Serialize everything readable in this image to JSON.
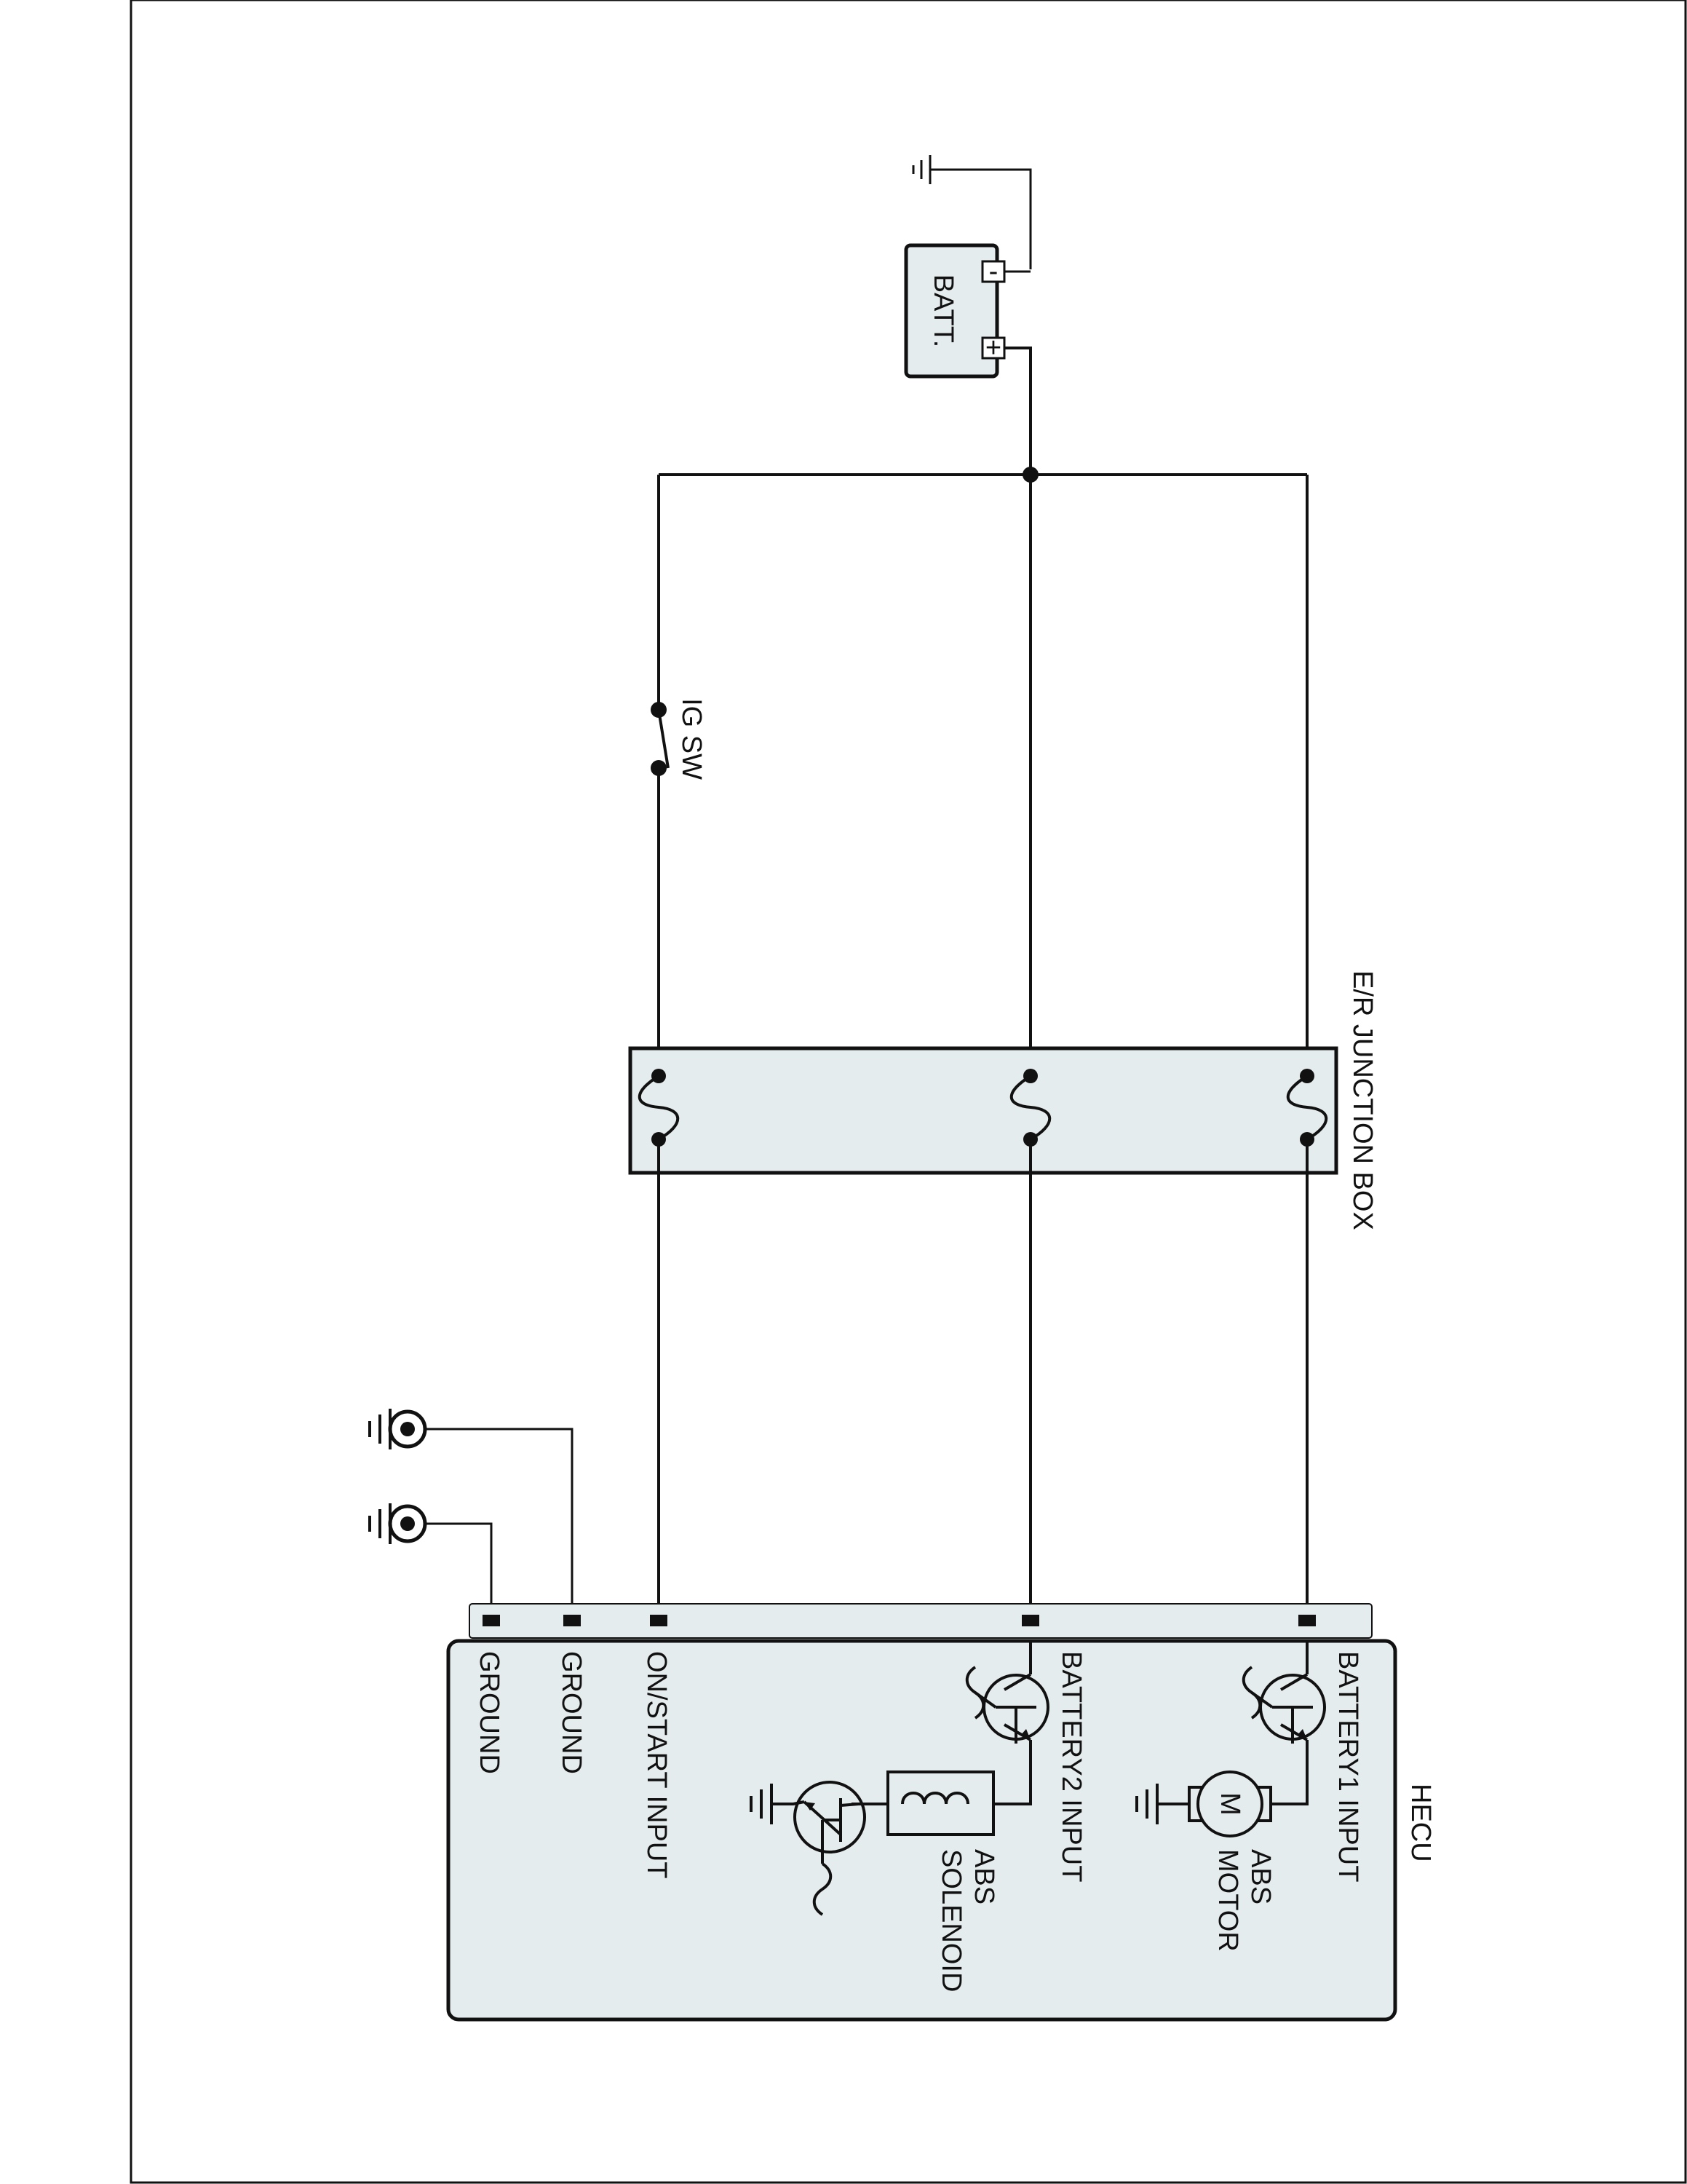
{
  "components": {
    "battery": "BATT.",
    "battery_minus": "-",
    "battery_plus": "+",
    "ignition_switch": "IG SW",
    "junction_box": "E/R JUNCTION BOX",
    "control_unit": "HECU",
    "abs_motor_symbol": "M"
  },
  "hecu_pins": {
    "battery1_input": "BATTERY1 INPUT",
    "battery2_input": "BATTERY2 INPUT",
    "on_start_input": "ON/START INPUT",
    "ground_1": "GROUND",
    "ground_2": "GROUND"
  },
  "hecu_internal": {
    "abs_motor_line1": "ABS",
    "abs_motor_line2": "MOTOR",
    "abs_solenoid_line1": "ABS",
    "abs_solenoid_line2": "SOLENOID"
  },
  "colors": {
    "component_fill": "#e5ecee",
    "line": "#111111"
  }
}
